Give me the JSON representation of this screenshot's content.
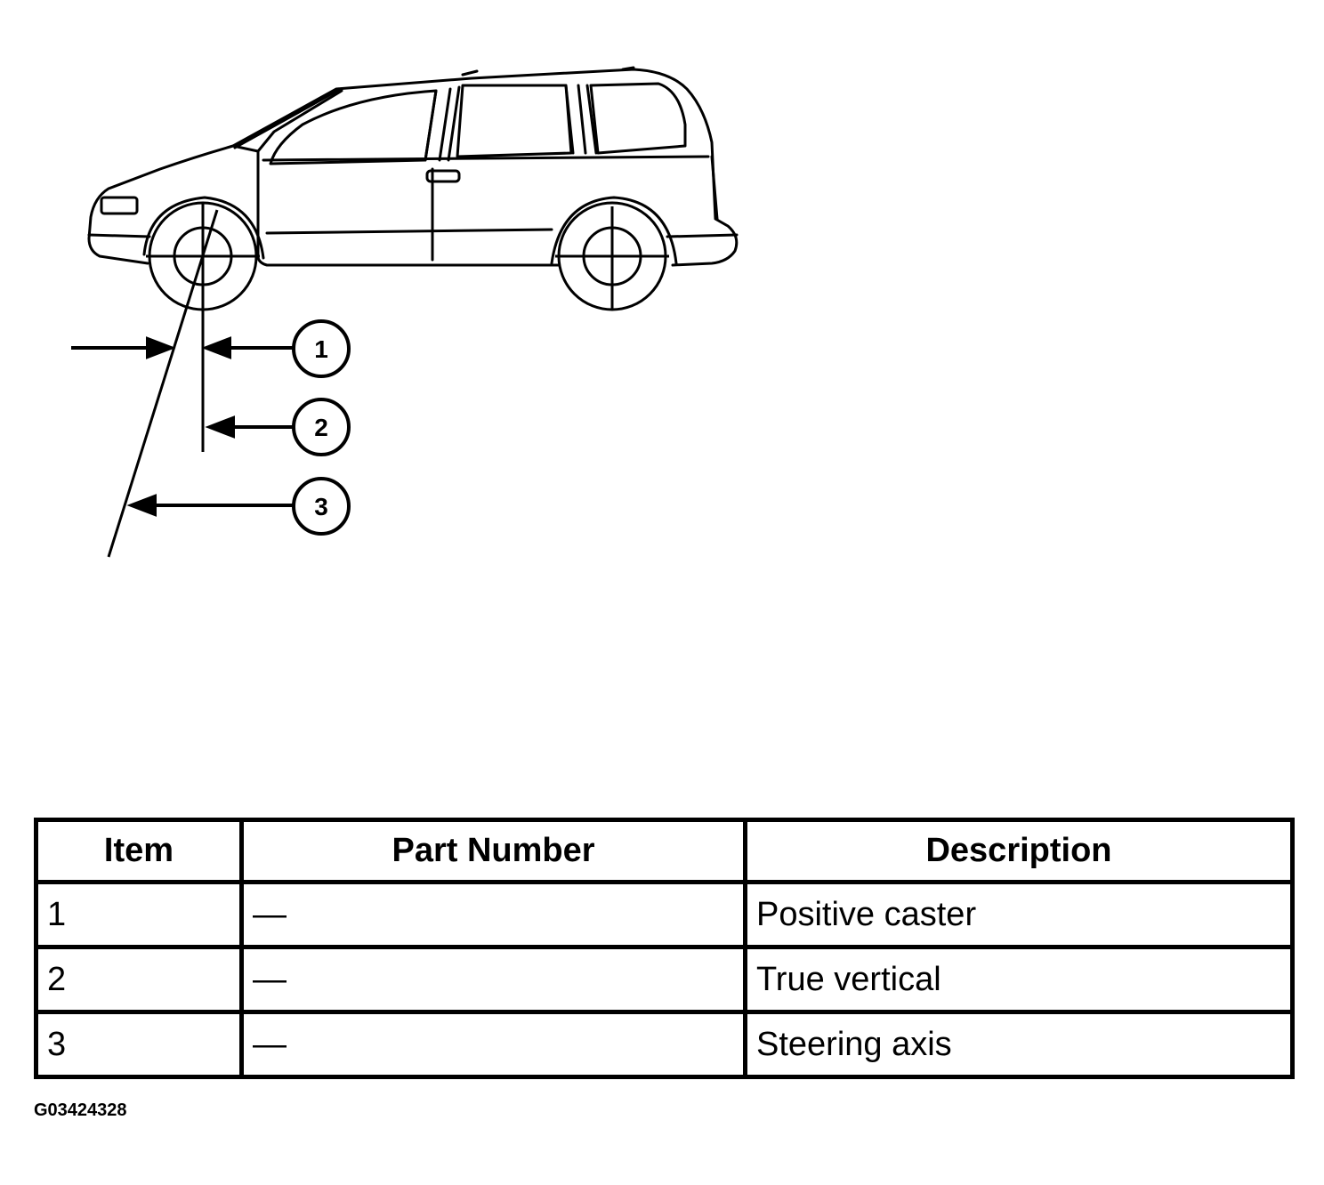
{
  "diagram": {
    "callouts": [
      {
        "number": "1"
      },
      {
        "number": "2"
      },
      {
        "number": "3"
      }
    ]
  },
  "table": {
    "headers": [
      "Item",
      "Part Number",
      "Description"
    ],
    "rows": [
      {
        "item": "1",
        "part_number": "—",
        "description": "Positive caster"
      },
      {
        "item": "2",
        "part_number": "—",
        "description": "True vertical"
      },
      {
        "item": "3",
        "part_number": "—",
        "description": "Steering axis"
      }
    ]
  },
  "figure_code": "G03424328"
}
